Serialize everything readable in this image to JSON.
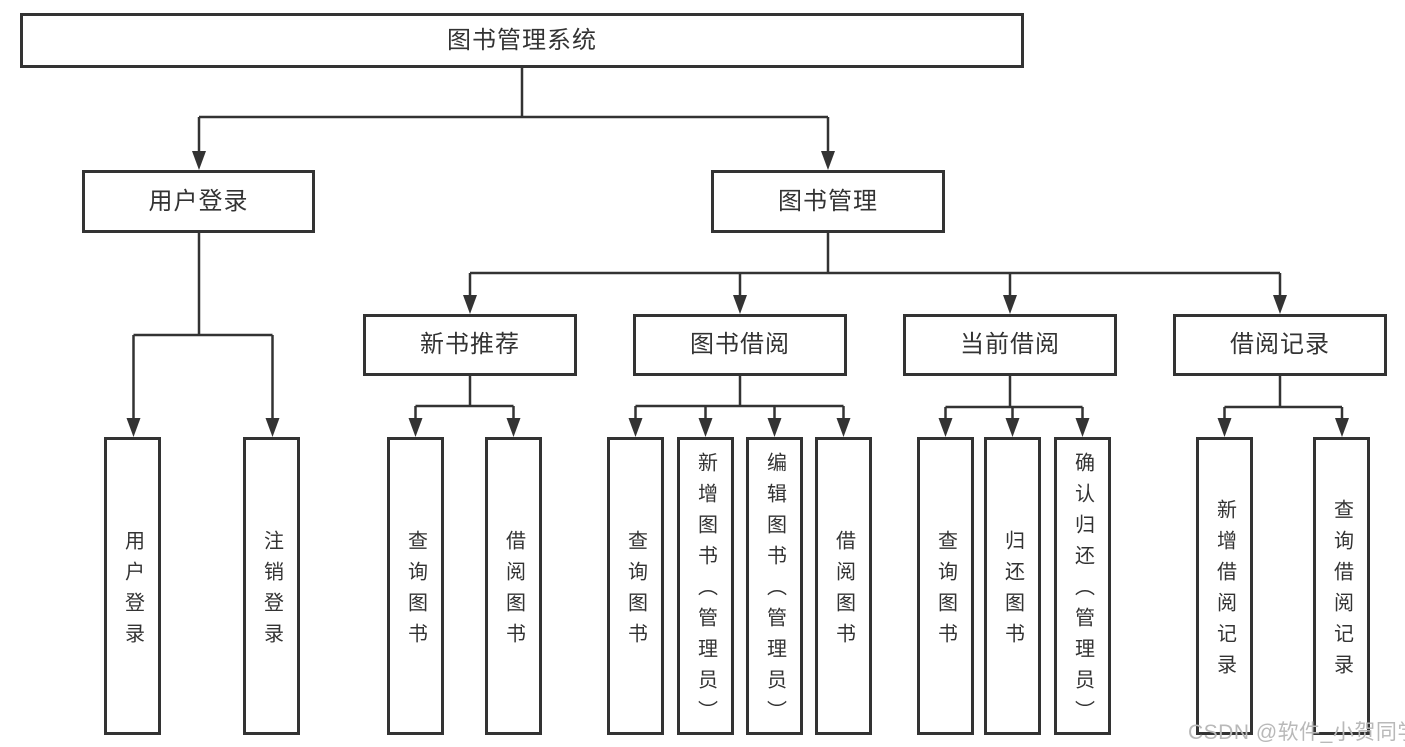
{
  "tree": {
    "root": {
      "label": "图书管理系统"
    },
    "level2": {
      "user_login": {
        "label": "用户登录"
      },
      "book_management": {
        "label": "图书管理"
      }
    },
    "level3": {
      "new_book_recommend": {
        "label": "新书推荐"
      },
      "book_borrow": {
        "label": "图书借阅"
      },
      "current_borrow": {
        "label": "当前借阅"
      },
      "borrow_records": {
        "label": "借阅记录"
      }
    },
    "leaves": {
      "user_login_leaf": {
        "label": "用户登录"
      },
      "logout": {
        "label": "注销登录"
      },
      "query_book_1": {
        "label": "查询图书"
      },
      "borrow_book_1": {
        "label": "借阅图书"
      },
      "query_book_2": {
        "label": "查询图书"
      },
      "add_book_admin": {
        "label": "新增图书（管理员）"
      },
      "edit_book_admin": {
        "label": "编辑图书（管理员）"
      },
      "borrow_book_2": {
        "label": "借阅图书"
      },
      "query_book_3": {
        "label": "查询图书"
      },
      "return_book": {
        "label": "归还图书"
      },
      "confirm_return_admin": {
        "label": "确认归还（管理员）"
      },
      "add_borrow_record": {
        "label": "新增借阅记录"
      },
      "query_borrow_record": {
        "label": "查询借阅记录"
      }
    }
  },
  "watermark": {
    "text": "CSDN @软件_小贺同学"
  },
  "colors": {
    "line": "#333333",
    "text": "#333333",
    "background": "#ffffff",
    "watermark_text": "#b9b9b9"
  }
}
